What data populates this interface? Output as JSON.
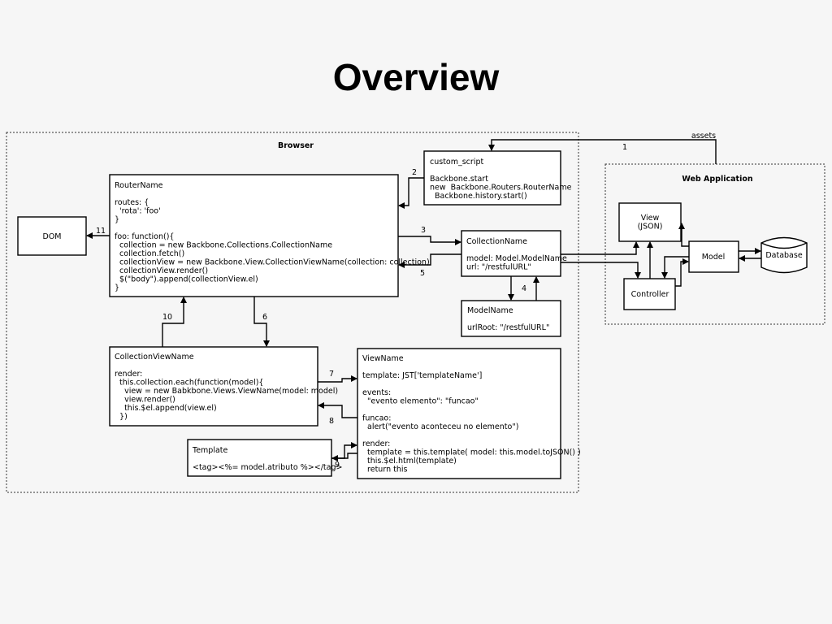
{
  "title": "Overview",
  "browser": {
    "label": "Browser",
    "dom": "DOM",
    "custom_script": [
      "custom_script",
      "",
      "Backbone.start",
      "new  Backbone.Routers.RouterName",
      "  Backbone.history.start()"
    ],
    "router": [
      "RouterName",
      "",
      "routes: {",
      "  'rota': 'foo'",
      "}",
      "",
      "foo: function(){",
      "  collection = new Backbone.Collections.CollectionName",
      "  collection.fetch()",
      "  collectionView = new Backbone.View.CollectionViewName(collection: collection)",
      "  collectionView.render()",
      "  $(\"body\").append(collectionView.el)",
      "}"
    ],
    "collection": [
      "CollectionName",
      "",
      "model: Model.ModelName",
      "url: \"/restfulURL\""
    ],
    "model": [
      "ModelName",
      "",
      "urlRoot: \"/restfulURL\""
    ],
    "collection_view": [
      "CollectionViewName",
      "",
      "render:",
      "  this.collection.each(function(model){",
      "    view = new Babkbone.Views.ViewName(model: model)",
      "    view.render()",
      "    this.$el.append(view.el)",
      "  })"
    ],
    "view": [
      "ViewName",
      "",
      "template: JST['templateName']",
      "",
      "events:",
      "  \"evento elemento\": \"funcao\"",
      "",
      "funcao:",
      "  alert(\"evento aconteceu no elemento\")",
      "",
      "render:",
      "  template = this.template( model: this.model.toJSON() )",
      "  this.$el.html(template)",
      "  return this"
    ],
    "template": [
      "Template",
      "",
      "<tag><%= model.atributo %></tag>"
    ]
  },
  "web_application": {
    "label": "Web Application",
    "view": [
      "View",
      "(JSON)"
    ],
    "controller": "Controller",
    "model": "Model",
    "database": "Database"
  },
  "arrow_labels": {
    "assets": "assets",
    "n1": "1",
    "n2": "2",
    "n3": "3",
    "n4": "4",
    "n5": "5",
    "n6": "6",
    "n7": "7",
    "n8": "8",
    "n9": "9",
    "n10": "10",
    "n11": "11"
  }
}
